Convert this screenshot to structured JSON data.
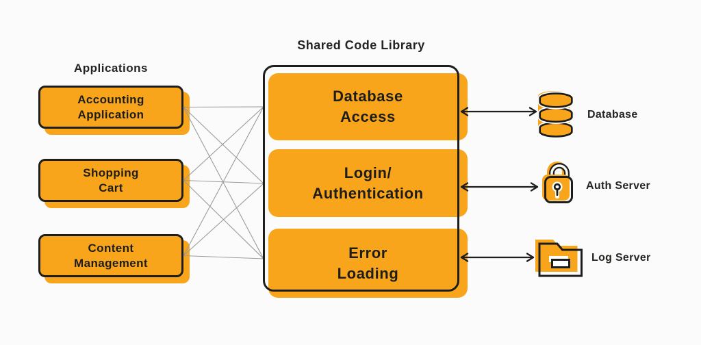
{
  "palette": {
    "accent_orange": "#F9A51C",
    "ink_black": "#1D1D1B",
    "connector_gray": "#9B9B9B",
    "background": "#FBFBFB",
    "white": "#FFFFFF"
  },
  "apps": {
    "title": "Applications",
    "items": [
      {
        "label": "Accounting\nApplication"
      },
      {
        "label": "Shopping\nCart"
      },
      {
        "label": "Content\nManagement"
      }
    ]
  },
  "library": {
    "title": "Shared Code Library",
    "modules": [
      {
        "label": "Database\nAccess"
      },
      {
        "label": "Login/\nAuthentication"
      },
      {
        "label": "Error\nLoading"
      }
    ]
  },
  "servers": {
    "items": [
      {
        "label": "Database",
        "icon": "database-icon"
      },
      {
        "label": "Auth Server",
        "icon": "lock-icon"
      },
      {
        "label": "Log Server",
        "icon": "folder-icon"
      }
    ]
  }
}
